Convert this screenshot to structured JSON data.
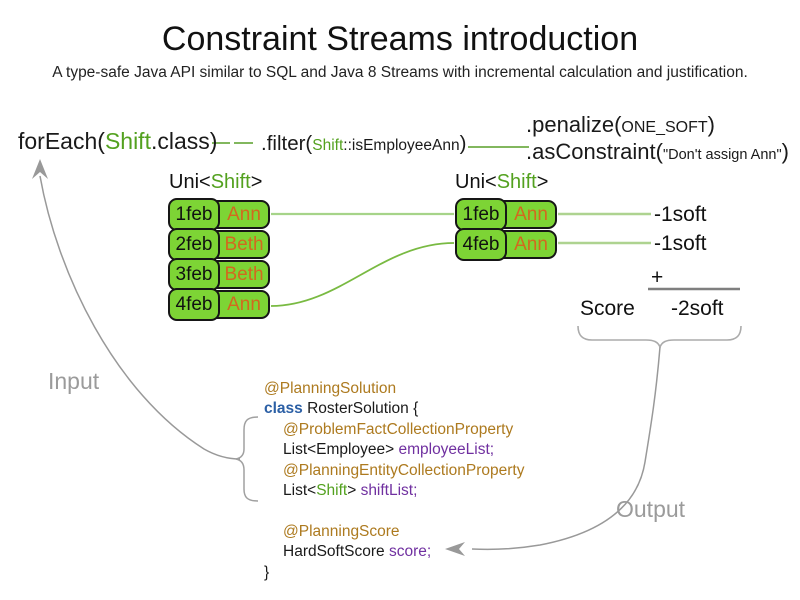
{
  "title": "Constraint Streams introduction",
  "subtitle": "A type-safe Java API similar to SQL and Java 8 Streams with incremental calculation and justification.",
  "pipeline": {
    "foreach_prefix": "forEach(",
    "foreach_class": "Shift",
    "foreach_suffix": ".class)",
    "filter_prefix": ".filter(",
    "filter_arg_class": "Shift",
    "filter_arg_rest": "::isEmployeeAnn",
    "filter_suffix": ")",
    "penalize_prefix": ".penalize(",
    "penalize_arg": "ONE_SOFT",
    "penalize_suffix": ")",
    "asconstraint_prefix": ".asConstraint(",
    "asconstraint_arg": "\"Don't assign Ann\"",
    "asconstraint_suffix": ")"
  },
  "left_stream": {
    "type_prefix": "Uni<",
    "type_param": "Shift",
    "type_suffix": ">",
    "rows": [
      {
        "date": "1feb",
        "name": "Ann"
      },
      {
        "date": "2feb",
        "name": "Beth"
      },
      {
        "date": "3feb",
        "name": "Beth"
      },
      {
        "date": "4feb",
        "name": "Ann"
      }
    ]
  },
  "right_stream": {
    "type_prefix": "Uni<",
    "type_param": "Shift",
    "type_suffix": ">",
    "rows": [
      {
        "date": "1feb",
        "name": "Ann"
      },
      {
        "date": "4feb",
        "name": "Ann"
      }
    ]
  },
  "scoring": {
    "penalties": [
      "-1soft",
      "-1soft"
    ],
    "plus_sign": "+",
    "score_label": "Score",
    "score_value": "-2soft"
  },
  "flow_labels": {
    "input": "Input",
    "output": "Output"
  },
  "code": {
    "line1": {
      "a": "@PlanningSolution"
    },
    "line2": {
      "kw": "class",
      "rest": " RosterSolution {"
    },
    "line3": {
      "a": "@ProblemFactCollectionProperty"
    },
    "line4": {
      "t": "List<Employee> ",
      "f": "employeeList;"
    },
    "line5": {
      "a": "@PlanningEntityCollectionProperty"
    },
    "line6": {
      "t1": "List<",
      "g": "Shift",
      "t2": "> ",
      "f": "shiftList;"
    },
    "line7": {
      "a": "@PlanningScore"
    },
    "line8": {
      "t": "HardSoftScore ",
      "f": "score;"
    },
    "line9": {
      "t": "}"
    }
  },
  "colors": {
    "box_green": "#7dd435",
    "name_orange": "#d2691e",
    "type_green": "#53a11f",
    "annotation_brown": "#ad7a1f",
    "keyword_blue": "#2b5fa5",
    "field_purple": "#7030a0",
    "connector_green": "#70ad47",
    "arrow_gray": "#999999"
  }
}
